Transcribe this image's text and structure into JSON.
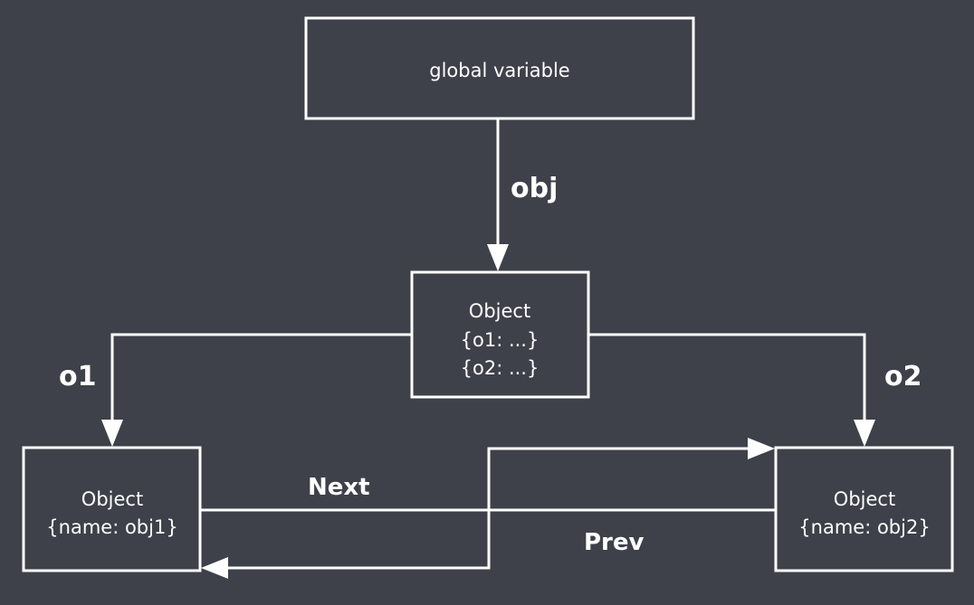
{
  "colors": {
    "background": "#3e4149",
    "stroke": "#ffffff",
    "text": "#ffffff"
  },
  "nodes": {
    "global": {
      "label": "global variable"
    },
    "root": {
      "title": "Object",
      "line1": "{o1:  ...}",
      "line2": "{o2:  ...}"
    },
    "obj1": {
      "title": "Object",
      "line1": "{name: obj1}"
    },
    "obj2": {
      "title": "Object",
      "line1": "{name: obj2}"
    }
  },
  "edges": {
    "obj": "obj",
    "o1": "o1",
    "o2": "o2",
    "next": "Next",
    "prev": "Prev"
  }
}
